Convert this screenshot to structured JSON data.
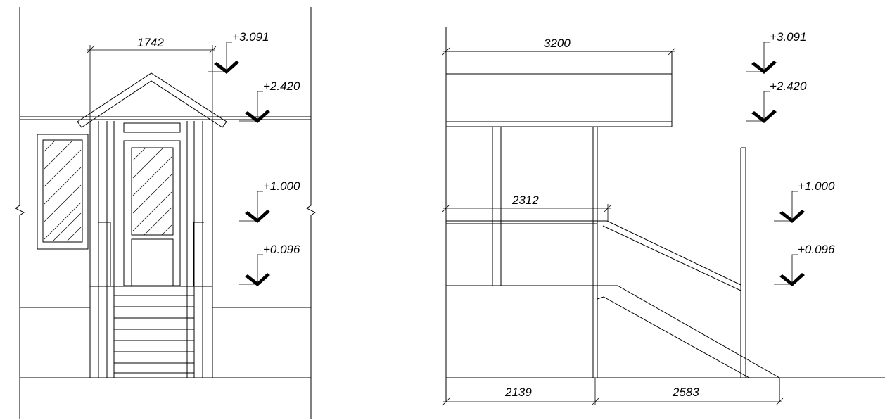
{
  "drawing": {
    "colors": {
      "line": "#000000",
      "background": "#ffffff"
    },
    "left_elevation": {
      "dimensions": {
        "width_top": "1742"
      },
      "levels": [
        "+3.091",
        "+2.420",
        "+1.000",
        "+0.096"
      ]
    },
    "right_elevation": {
      "dimensions": {
        "top": "3200",
        "middle": "2312",
        "bottom_left": "2139",
        "bottom_right": "2583"
      },
      "levels": [
        "+3.091",
        "+2.420",
        "+1.000",
        "+0.096"
      ]
    }
  }
}
